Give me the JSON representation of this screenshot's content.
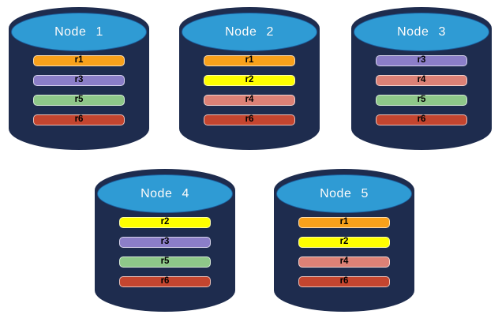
{
  "diagram": {
    "type": "database-replication-diagram",
    "colors": {
      "cylinder_body": "#1E2C4E",
      "cylinder_top": "#2F9BD4",
      "partition_palette": {
        "r1": "#F9A11B",
        "r2": "#FFFF00",
        "r3": "#8B7EC8",
        "r4": "#DC8176",
        "r5": "#8EC889",
        "r6": "#C4452F"
      }
    },
    "nodes": [
      {
        "label": "Node 1",
        "partitions": [
          {
            "label": "r1",
            "color": "#F9A11B"
          },
          {
            "label": "r3",
            "color": "#8B7EC8"
          },
          {
            "label": "r5",
            "color": "#8EC889"
          },
          {
            "label": "r6",
            "color": "#C4452F"
          }
        ]
      },
      {
        "label": "Node 2",
        "partitions": [
          {
            "label": "r1",
            "color": "#F9A11B"
          },
          {
            "label": "r2",
            "color": "#FFFF00"
          },
          {
            "label": "r4",
            "color": "#DC8176"
          },
          {
            "label": "r6",
            "color": "#C4452F"
          }
        ]
      },
      {
        "label": "Node 3",
        "partitions": [
          {
            "label": "r3",
            "color": "#8B7EC8"
          },
          {
            "label": "r4",
            "color": "#DC8176"
          },
          {
            "label": "r5",
            "color": "#8EC889"
          },
          {
            "label": "r6",
            "color": "#C4452F"
          }
        ]
      },
      {
        "label": "Node 4",
        "partitions": [
          {
            "label": "r2",
            "color": "#FFFF00"
          },
          {
            "label": "r3",
            "color": "#8B7EC8"
          },
          {
            "label": "r5",
            "color": "#8EC889"
          },
          {
            "label": "r6",
            "color": "#C4452F"
          }
        ]
      },
      {
        "label": "Node 5",
        "partitions": [
          {
            "label": "r1",
            "color": "#F9A11B"
          },
          {
            "label": "r2",
            "color": "#FFFF00"
          },
          {
            "label": "r4",
            "color": "#DC8176"
          },
          {
            "label": "r6",
            "color": "#C4452F"
          }
        ]
      }
    ]
  }
}
